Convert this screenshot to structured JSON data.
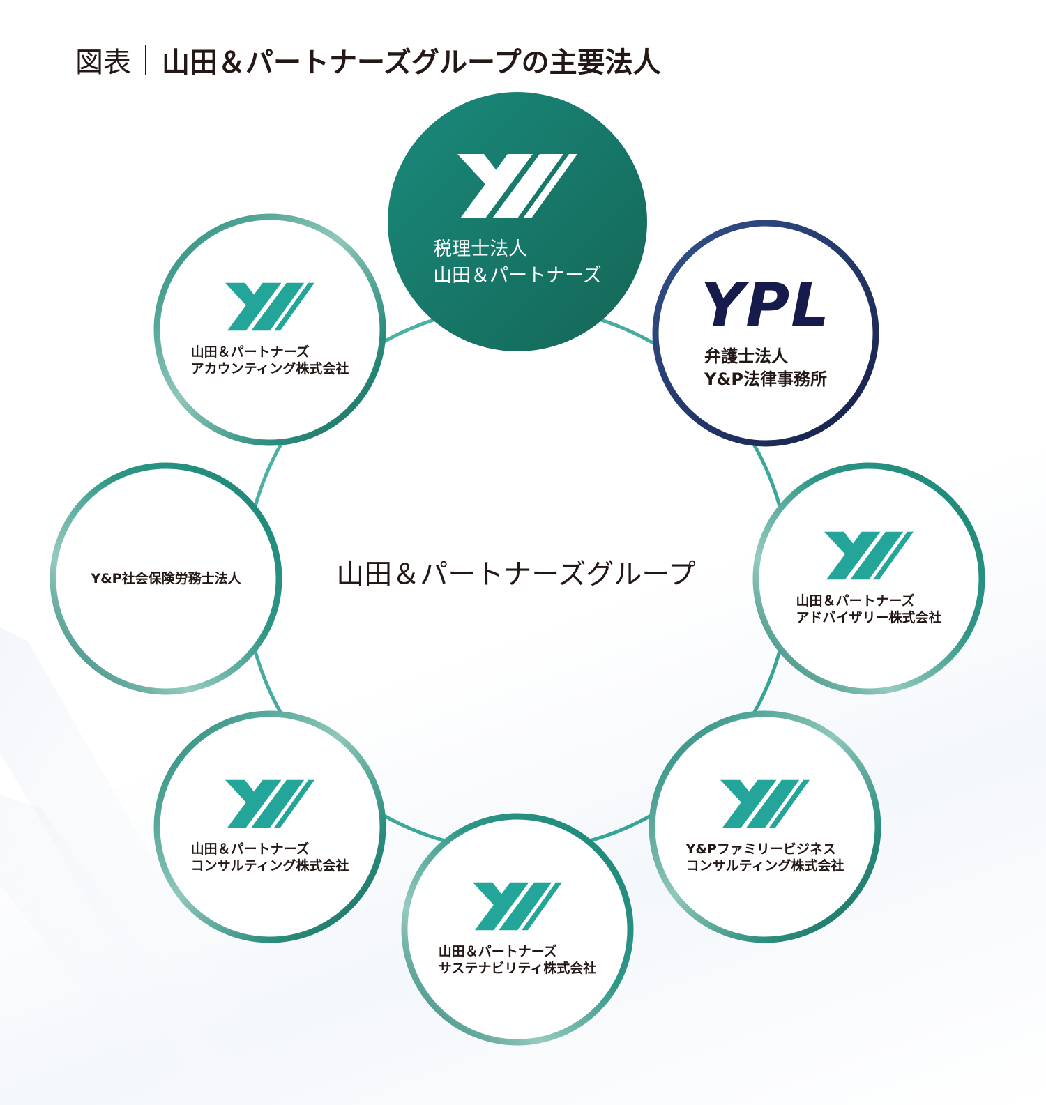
{
  "header": {
    "label": "図表",
    "title": "山田＆パートナーズグループの主要法人"
  },
  "diagram": {
    "center_label": "山田＆パートナーズグループ",
    "colors": {
      "teal": "#1a8a7a",
      "teal_dark": "#17705e",
      "teal_light": "#8cc3b7",
      "logo_teal": "#23a59a",
      "navy": "#1b2a5a",
      "navy_text": "#161b4b",
      "text": "#231815"
    },
    "nodes": [
      {
        "id": "tax",
        "logo": "yp-logo-icon",
        "style": "filled",
        "name": "税理士法人\n山田＆パートナーズ"
      },
      {
        "id": "legal",
        "logo": "ypl-logo",
        "logo_text": "YPL",
        "style": "navy",
        "name": "弁護士法人\nY&P法律事務所"
      },
      {
        "id": "advisory",
        "logo": "yp-logo-icon",
        "style": "outlined",
        "name": "山田＆パートナーズ\nアドバイザリー株式会社"
      },
      {
        "id": "family",
        "logo": "yp-logo-icon",
        "style": "outlined",
        "name": "Y&Pファミリービジネス\nコンサルティング株式会社"
      },
      {
        "id": "sustain",
        "logo": "yp-logo-icon",
        "style": "outlined",
        "name": "山田＆パートナーズ\nサステナビリティ株式会社"
      },
      {
        "id": "consulting",
        "logo": "yp-logo-icon",
        "style": "outlined",
        "name": "山田＆パートナーズ\nコンサルティング株式会社"
      },
      {
        "id": "sharoushi",
        "logo": "none",
        "style": "outlined",
        "name": "Y&P社会保険労務士法人"
      },
      {
        "id": "accounting",
        "logo": "yp-logo-icon",
        "style": "outlined",
        "name": "山田＆パートナーズ\nアカウンティング株式会社"
      }
    ]
  }
}
